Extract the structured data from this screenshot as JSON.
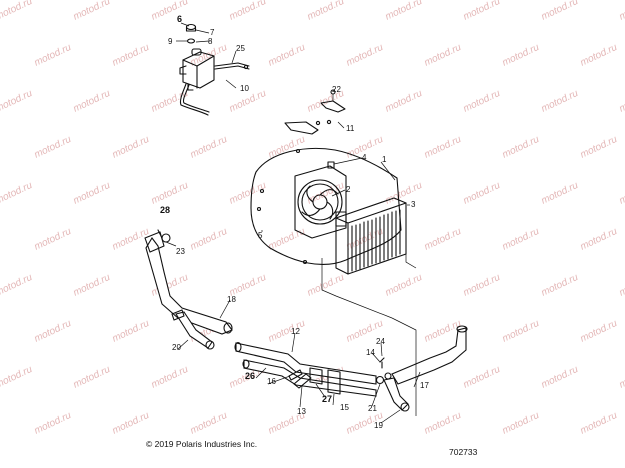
{
  "watermark": "motod.ru",
  "copyright": "© 2019 Polaris Industries Inc.",
  "diagram_id": "702733",
  "callouts": {
    "c1": "1",
    "c2": "2",
    "c3": "3",
    "c4": "4",
    "c5": "5",
    "c6": "6",
    "c7": "7",
    "c8": "8",
    "c9": "9",
    "c10": "10",
    "c11": "11",
    "c12": "12",
    "c13": "13",
    "c14": "14",
    "c15": "15",
    "c16": "16",
    "c17": "17",
    "c18": "18",
    "c19": "19",
    "c20": "20",
    "c21": "21",
    "c22": "22",
    "c23": "23",
    "c24": "24",
    "c25": "25",
    "c26": "26",
    "c27": "27",
    "c28": "28"
  }
}
